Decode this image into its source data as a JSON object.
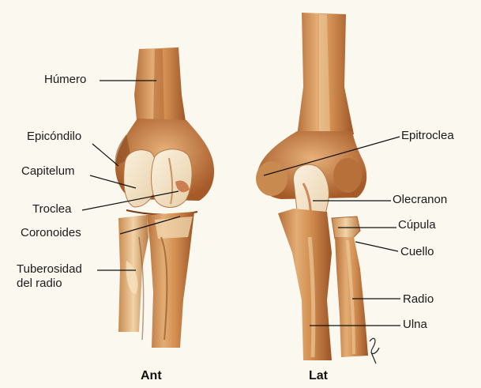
{
  "views": [
    {
      "id": "anterior",
      "caption": "Ant"
    },
    {
      "id": "lateral",
      "caption": "Lat"
    }
  ],
  "labels": {
    "humero": "Húmero",
    "epicondilo": "Epicóndilo",
    "capitelum": "Capitelum",
    "troclea": "Troclea",
    "coronoides": "Coronoides",
    "tuberosidad": "Tuberosidad del radio",
    "epitroclea": "Epitroclea",
    "olecranon": "Olecranon",
    "cupula": "Cúpula",
    "cuello": "Cuello",
    "radio": "Radio",
    "ulna": "Ulna"
  },
  "colors": {
    "background": "#fbf8ef",
    "bone_light": "#f0d2a4",
    "bone_mid": "#d99a5e",
    "bone_dark": "#a85e2c",
    "cartilage": "#f4ead8",
    "leader_line": "#111111"
  }
}
